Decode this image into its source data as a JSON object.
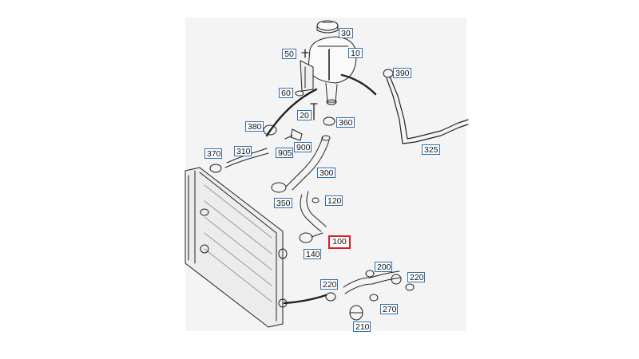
{
  "diagram": {
    "parts": [
      {
        "id": "p30",
        "label": "30"
      },
      {
        "id": "p10",
        "label": "10"
      },
      {
        "id": "p50",
        "label": "50"
      },
      {
        "id": "p390",
        "label": "390"
      },
      {
        "id": "p60",
        "label": "60"
      },
      {
        "id": "p20",
        "label": "20"
      },
      {
        "id": "p360",
        "label": "360"
      },
      {
        "id": "p380",
        "label": "380"
      },
      {
        "id": "p900",
        "label": "900"
      },
      {
        "id": "p905",
        "label": "905"
      },
      {
        "id": "p370",
        "label": "370"
      },
      {
        "id": "p310",
        "label": "310"
      },
      {
        "id": "p325",
        "label": "325"
      },
      {
        "id": "p300",
        "label": "300"
      },
      {
        "id": "p120",
        "label": "120"
      },
      {
        "id": "p350",
        "label": "350"
      },
      {
        "id": "p100",
        "label": "100",
        "highlighted": true
      },
      {
        "id": "p140",
        "label": "140"
      },
      {
        "id": "p200",
        "label": "200"
      },
      {
        "id": "p220a",
        "label": "220"
      },
      {
        "id": "p220b",
        "label": "220"
      },
      {
        "id": "p270",
        "label": "270"
      },
      {
        "id": "p210",
        "label": "210"
      }
    ],
    "colors": {
      "label_border": "#2f6fb0",
      "highlight": "#e01b24",
      "line": "#222222",
      "background": "#f4f4f4"
    }
  }
}
